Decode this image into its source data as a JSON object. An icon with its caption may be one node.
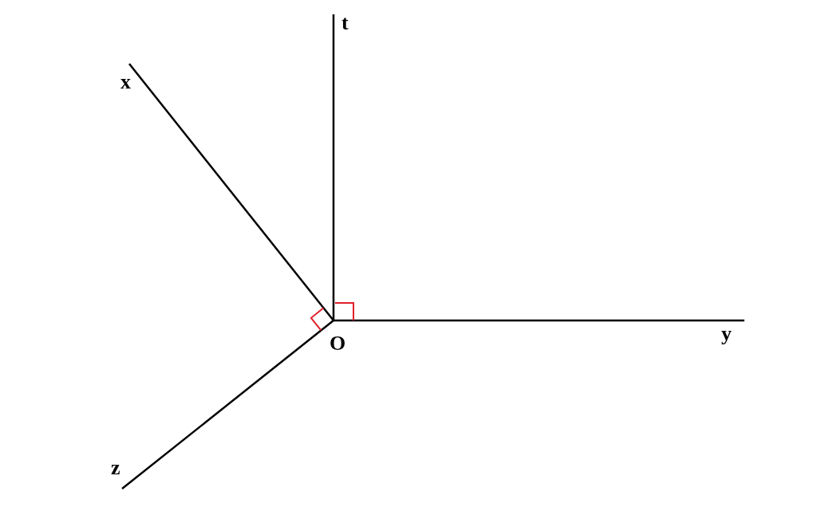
{
  "diagram": {
    "labels": [
      "t",
      "x",
      "O",
      "y",
      "z"
    ]
  }
}
